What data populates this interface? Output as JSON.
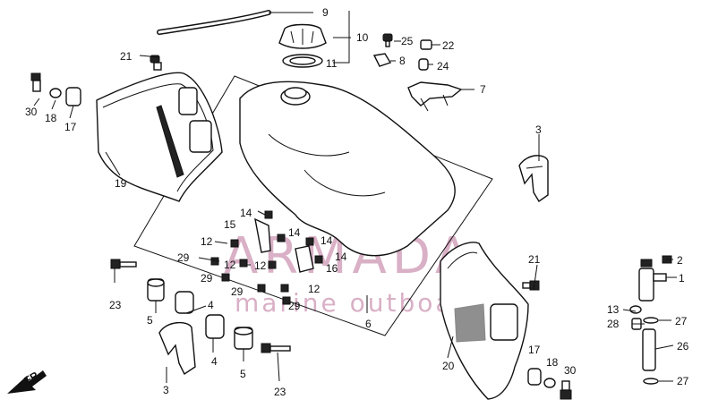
{
  "callouts": {
    "c9": "9",
    "c10": "10",
    "c11": "11",
    "c25": "25",
    "c22": "22",
    "c8": "8",
    "c24": "24",
    "c7": "7",
    "c21a": "21",
    "c30a": "30",
    "c18a": "18",
    "c17a": "17",
    "c19": "19",
    "c3a": "3",
    "c14a": "14",
    "c15": "15",
    "c14b": "14",
    "c14c": "14",
    "c12a": "12",
    "c29a": "29",
    "c12b": "12",
    "c12c": "12",
    "c16": "16",
    "c14d": "14",
    "c29b": "29",
    "c29c": "29",
    "c12d": "12",
    "c29d": "29",
    "c23a": "23",
    "c5a": "5",
    "c4a": "4",
    "c6": "6",
    "c21b": "21",
    "c2": "2",
    "c1": "1",
    "c13": "13",
    "c28": "28",
    "c27a": "27",
    "c26": "26",
    "c27b": "27",
    "c3b": "3",
    "c4b": "4",
    "c5b": "5",
    "c23b": "23",
    "c20": "20",
    "c17b": "17",
    "c18b": "18",
    "c30b": "30"
  },
  "front_marker": "FR.",
  "watermark": {
    "brand": "ARMADA",
    "tagline": "marine outboards"
  }
}
